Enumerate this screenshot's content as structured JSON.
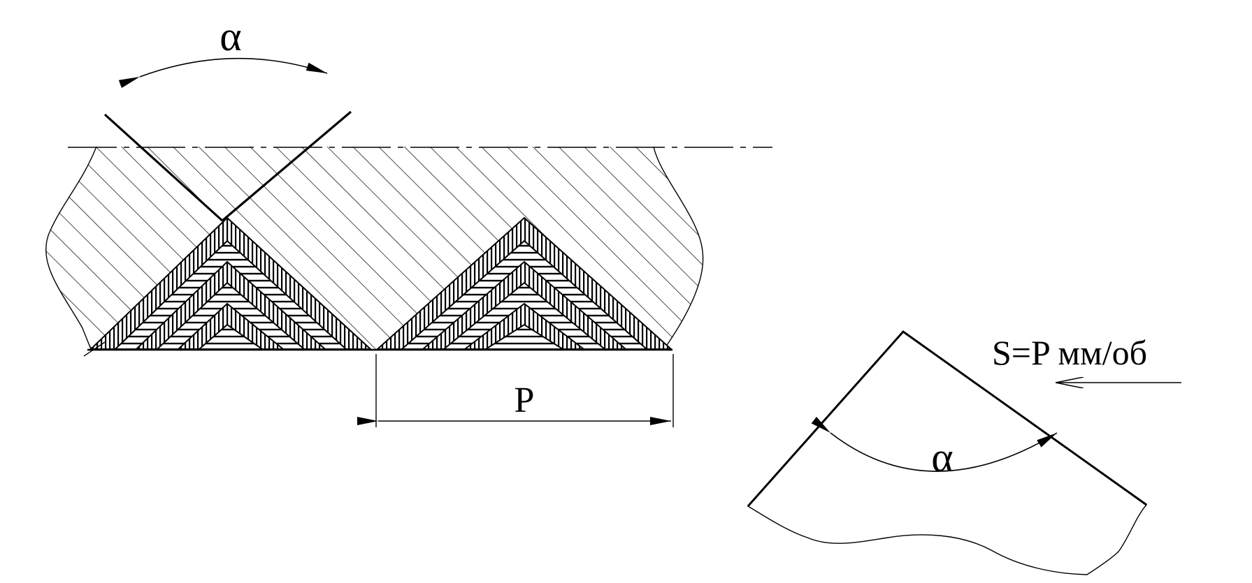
{
  "labels": {
    "alpha_top": "α",
    "alpha_tool": "α",
    "pitch": "P",
    "feed": "S=P мм/об"
  },
  "colors": {
    "ink": "#000000",
    "paper": "#ffffff"
  }
}
